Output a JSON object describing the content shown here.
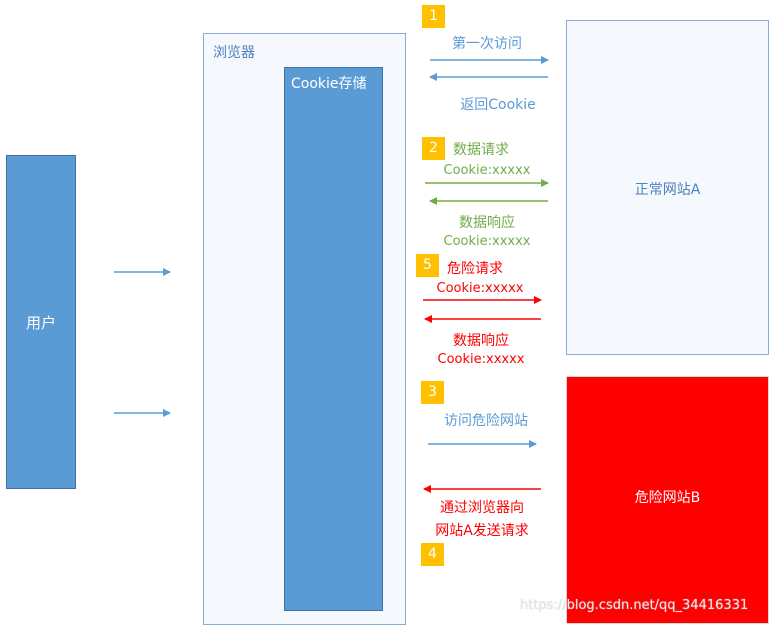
{
  "user": {
    "label": "用户"
  },
  "browser": {
    "label": "浏览器",
    "cookie_store_label": "Cookie存储"
  },
  "site_a": {
    "label": "正常网站A"
  },
  "site_b": {
    "label": "危险网站B"
  },
  "steps": {
    "step1": {
      "number": "1",
      "request_label": "第一次访问",
      "response_label": "返回Cookie"
    },
    "step2": {
      "number": "2",
      "request_label": "数据请求",
      "request_cookie": "Cookie:xxxxx",
      "response_label": "数据响应",
      "response_cookie": "Cookie:xxxxx"
    },
    "step5": {
      "number": "5",
      "request_label": "危险请求",
      "request_cookie": "Cookie:xxxxx",
      "response_label": "数据响应",
      "response_cookie": "Cookie:xxxxx"
    },
    "step3": {
      "number": "3",
      "request_label": "访问危险网站"
    },
    "step4": {
      "number": "4",
      "line1": "通过浏览器向",
      "line2": "网站A发送请求"
    }
  },
  "colors": {
    "blue": "#5b9bd5",
    "green": "#70ad47",
    "red": "#ff0000",
    "badge": "#ffc000"
  },
  "watermark": "https://blog.csdn.net/qq_34416331"
}
